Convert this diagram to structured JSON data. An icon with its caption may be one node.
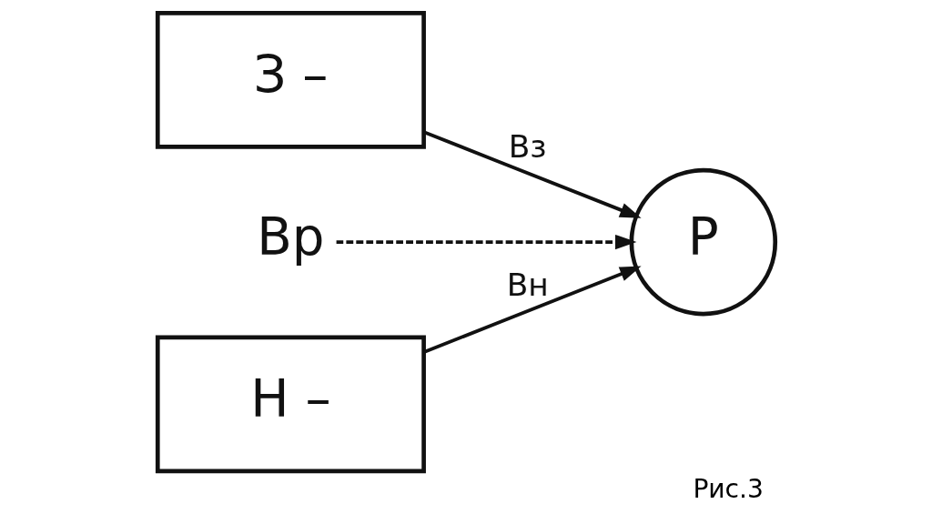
{
  "diagram": {
    "caption": "Рис.3",
    "nodes": [
      {
        "text": [
          "З –"
        ]
      },
      {
        "text": [
          "Вр"
        ]
      },
      {
        "text": [
          "Р"
        ]
      },
      {
        "text": [
          "Н –"
        ]
      }
    ],
    "edges": [
      {
        "from": 0,
        "to": 2,
        "arrow": "to",
        "label": "Вз"
      },
      {
        "from": 1,
        "to": 2,
        "arrow": "to",
        "style": "dashed"
      },
      {
        "from": 3,
        "to": 2,
        "arrow": "to",
        "label": "Вн"
      }
    ]
  }
}
